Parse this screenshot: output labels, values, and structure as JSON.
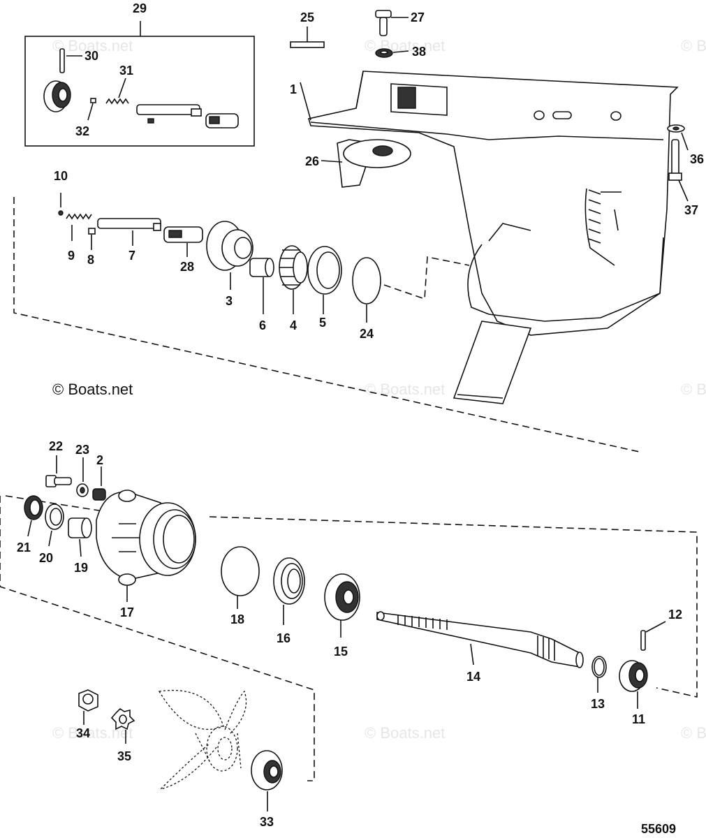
{
  "watermark": "© Boats.net",
  "copyright": "© Boats.net",
  "figure_number": "55609",
  "callouts": {
    "p1": "1",
    "p2": "2",
    "p3": "3",
    "p4": "4",
    "p5": "5",
    "p6": "6",
    "p7": "7",
    "p8": "8",
    "p9": "9",
    "p10": "10",
    "p11": "11",
    "p12": "12",
    "p13": "13",
    "p14": "14",
    "p15": "15",
    "p16": "16",
    "p17": "17",
    "p18": "18",
    "p19": "19",
    "p20": "20",
    "p21": "21",
    "p22": "22",
    "p23": "23",
    "p24": "24",
    "p25": "25",
    "p26": "26",
    "p27": "27",
    "p28": "28",
    "p29": "29",
    "p30": "30",
    "p31": "31",
    "p32": "32",
    "p33": "33",
    "p34": "34",
    "p35": "35",
    "p36": "36",
    "p37": "37",
    "p38": "38"
  }
}
